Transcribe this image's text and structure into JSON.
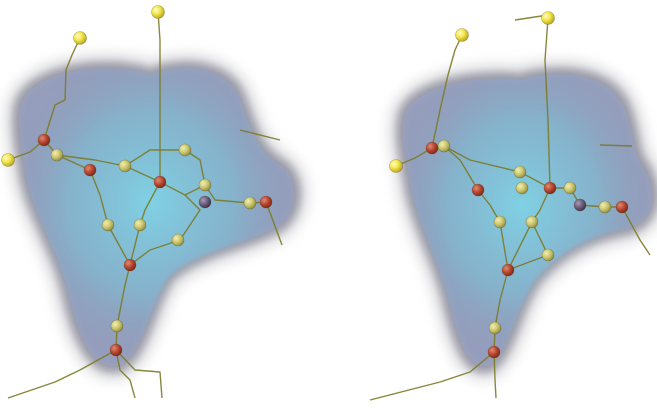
{
  "figure": {
    "panels": [
      {
        "id": "left",
        "shape": "blob-with-network"
      },
      {
        "id": "right",
        "shape": "blob-with-network"
      }
    ],
    "colors": {
      "background": "#ffffff",
      "blob_outer": "#8c8f9a",
      "blob_mid": "#9aa6c6",
      "blob_inner": "#8ad0e6",
      "blob_purple": "#7d6fa0",
      "edge_color": "#7b7a26",
      "node_yellow": "#f3e84c",
      "node_olive": "#c9c46d",
      "node_red": "#b5442f",
      "node_purple": "#6b5a7a"
    }
  }
}
